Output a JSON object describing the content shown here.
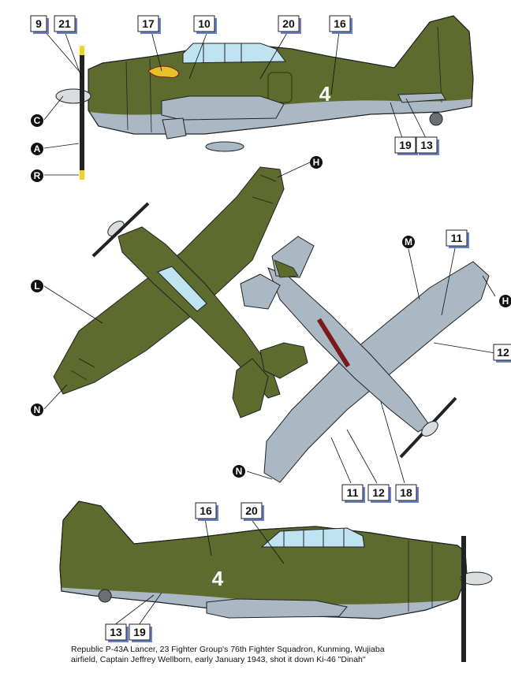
{
  "colors": {
    "olive": "#5d6b2e",
    "olive_dark": "#434d1f",
    "grey_blue": "#a9b8c2",
    "canopy": "#bfe3f0",
    "tag_shadow": "#6b7fc4",
    "prop_tip": "#f2d21e"
  },
  "markings": {
    "fuselage_number": "4"
  },
  "callouts": {
    "a": "A",
    "c": "C",
    "r": "R",
    "h": "H",
    "l": "L",
    "n": "N",
    "m": "M"
  },
  "tags": {
    "t9": "9",
    "t21": "21",
    "t17": "17",
    "t10": "10",
    "t20": "20",
    "t16": "16",
    "t19": "19",
    "t13": "13",
    "t11": "11",
    "t12": "12",
    "t18": "18"
  },
  "caption": {
    "line1": "Republic P-43A Lancer, 23 Fighter Group's 76th Fighter Squadron, Kunming, Wujiaba",
    "line2": "airfield, Captain Jeffrey Wellborn, early January 1943, shot it down  Ki-46 \"Dinah\""
  }
}
